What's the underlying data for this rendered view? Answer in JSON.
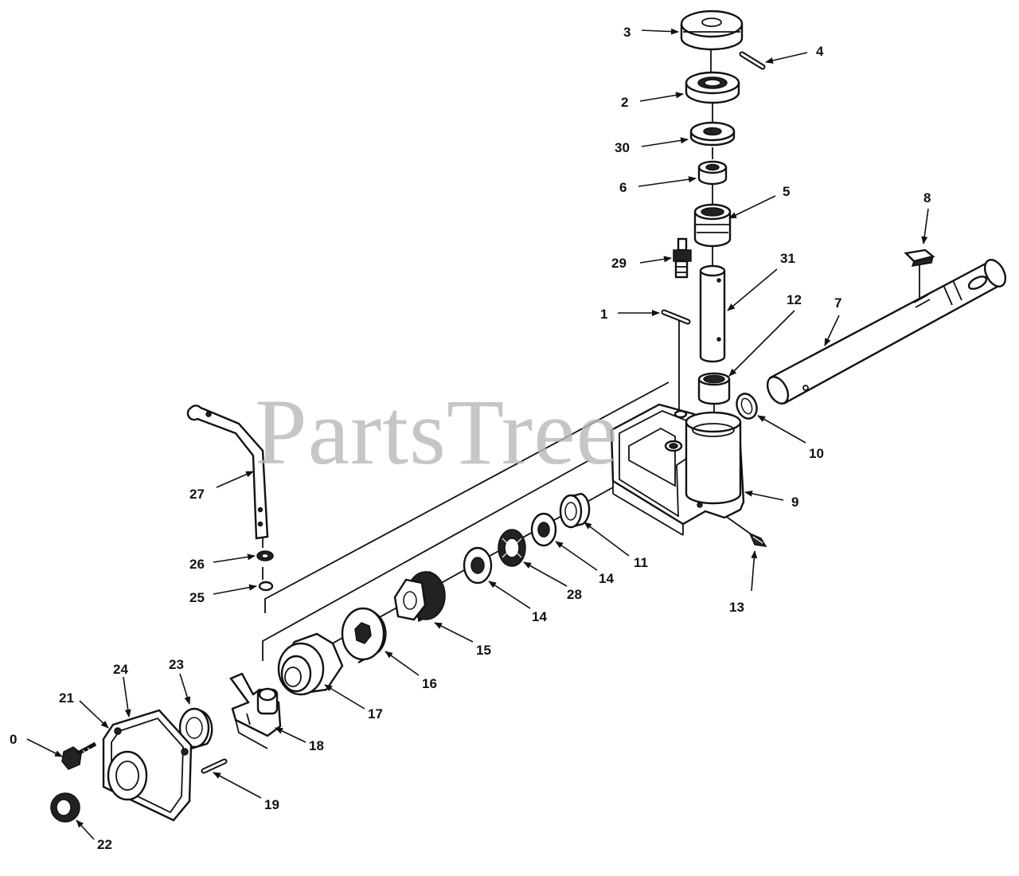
{
  "watermark": "PartsTree",
  "callouts": [
    {
      "id": "3",
      "label": "3"
    },
    {
      "id": "4",
      "label": "4"
    },
    {
      "id": "2",
      "label": "2"
    },
    {
      "id": "30",
      "label": "30"
    },
    {
      "id": "6",
      "label": "6"
    },
    {
      "id": "5",
      "label": "5"
    },
    {
      "id": "8",
      "label": "8"
    },
    {
      "id": "29",
      "label": "29"
    },
    {
      "id": "31",
      "label": "31"
    },
    {
      "id": "1",
      "label": "1"
    },
    {
      "id": "12",
      "label": "12"
    },
    {
      "id": "7",
      "label": "7"
    },
    {
      "id": "10",
      "label": "10"
    },
    {
      "id": "27",
      "label": "27"
    },
    {
      "id": "9",
      "label": "9"
    },
    {
      "id": "11",
      "label": "11"
    },
    {
      "id": "26",
      "label": "26"
    },
    {
      "id": "14a",
      "label": "14"
    },
    {
      "id": "28",
      "label": "28"
    },
    {
      "id": "25",
      "label": "25"
    },
    {
      "id": "14b",
      "label": "14"
    },
    {
      "id": "13",
      "label": "13"
    },
    {
      "id": "15",
      "label": "15"
    },
    {
      "id": "16",
      "label": "16"
    },
    {
      "id": "24",
      "label": "24"
    },
    {
      "id": "23",
      "label": "23"
    },
    {
      "id": "21",
      "label": "21"
    },
    {
      "id": "17",
      "label": "17"
    },
    {
      "id": "18",
      "label": "18"
    },
    {
      "id": "0",
      "label": "0"
    },
    {
      "id": "19",
      "label": "19"
    },
    {
      "id": "22",
      "label": "22"
    }
  ]
}
